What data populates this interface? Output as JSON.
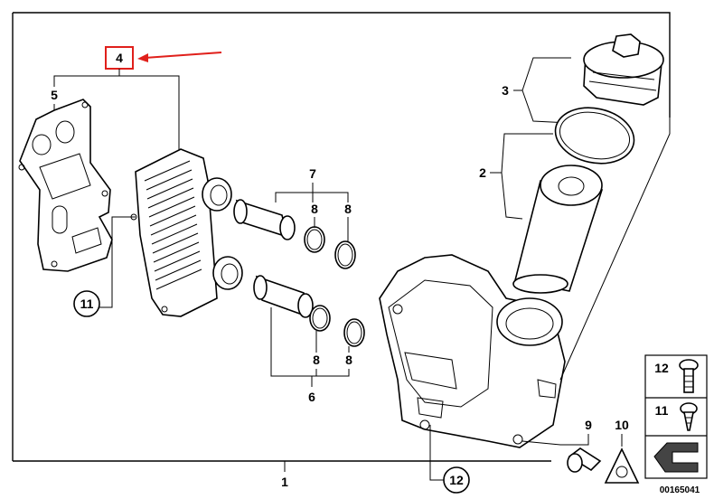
{
  "diagram": {
    "callouts": {
      "c1": "1",
      "c2": "2",
      "c3": "3",
      "c4": "4",
      "c5": "5",
      "c6": "6",
      "c7": "7",
      "c8a": "8",
      "c8b": "8",
      "c8c": "8",
      "c8d": "8",
      "c9": "9",
      "c10": "10",
      "c11": "11",
      "c12": "12"
    },
    "legend": {
      "row12": "12",
      "row11": "11"
    },
    "diagram_code": "00165041",
    "highlight_color": "#e0201b"
  }
}
